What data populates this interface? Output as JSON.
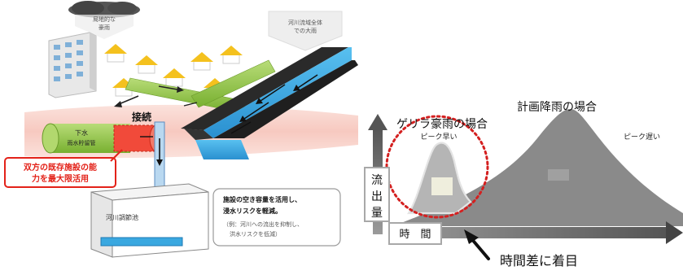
{
  "left_diagram": {
    "cloud_label_line1": "局地的な",
    "cloud_label_line2": "豪雨",
    "basin_label_line1": "河川流域全体",
    "basin_label_line2": "での大雨",
    "connect_label": "接続",
    "sewer_label_line1": "下水",
    "sewer_label_line2": "雨水貯留管",
    "red_callout_line1": "双方の既存施設の能",
    "red_callout_line2": "力を最大限活用",
    "reservoir_label": "河川調節池",
    "note_line1": "施設の空き容量を活用し、",
    "note_line2": "浸水リスクを軽減。",
    "note_line3": "（例：河川への流出を抑制し、",
    "note_line4": "洪水リスクを低減）"
  },
  "right_diagram": {
    "guerrilla_title": "ゲリラ豪雨の場合",
    "guerrilla_peak": "ピーク早い",
    "planned_title": "計画降雨の場合",
    "planned_peak": "ピーク遅い",
    "y_axis_label_1": "流",
    "y_axis_label_2": "出",
    "y_axis_label_3": "量",
    "x_axis_label": "時　間",
    "focus_label": "時間差に着目"
  },
  "colors": {
    "river_blue": "#3aa8e0",
    "pipe_green": "#8cc63f",
    "alert_red": "#e32219",
    "zone_pink": "#f7c9c0",
    "peak_gray": "#8a8a8a",
    "house_yellow": "#f4c11e"
  }
}
